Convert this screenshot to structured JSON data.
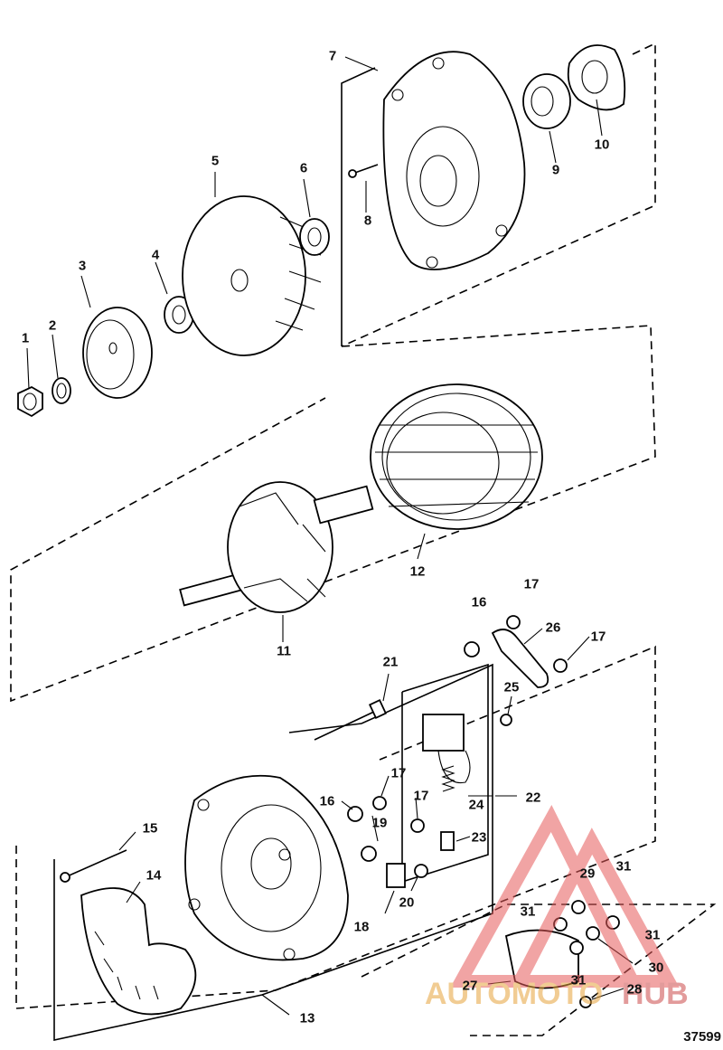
{
  "figure_number": "37599",
  "watermark": {
    "text_part1": "AUTOMOTO",
    "text_part2": "HUB",
    "color_red": "#e65a5a",
    "color_gold": "#e6a33c"
  },
  "callouts": [
    {
      "id": "1",
      "label": "1"
    },
    {
      "id": "2",
      "label": "2"
    },
    {
      "id": "3",
      "label": "3"
    },
    {
      "id": "4",
      "label": "4"
    },
    {
      "id": "5",
      "label": "5"
    },
    {
      "id": "6",
      "label": "6"
    },
    {
      "id": "7",
      "label": "7"
    },
    {
      "id": "8",
      "label": "8"
    },
    {
      "id": "9",
      "label": "9"
    },
    {
      "id": "10",
      "label": "10"
    },
    {
      "id": "11",
      "label": "11"
    },
    {
      "id": "12",
      "label": "12"
    },
    {
      "id": "13",
      "label": "13"
    },
    {
      "id": "14",
      "label": "14"
    },
    {
      "id": "15",
      "label": "15"
    },
    {
      "id": "16a",
      "label": "16"
    },
    {
      "id": "16b",
      "label": "16"
    },
    {
      "id": "17a",
      "label": "17"
    },
    {
      "id": "17b",
      "label": "17"
    },
    {
      "id": "17c",
      "label": "17"
    },
    {
      "id": "17d",
      "label": "17"
    },
    {
      "id": "18",
      "label": "18"
    },
    {
      "id": "19",
      "label": "19"
    },
    {
      "id": "20",
      "label": "20"
    },
    {
      "id": "21",
      "label": "21"
    },
    {
      "id": "22",
      "label": "22"
    },
    {
      "id": "23",
      "label": "23"
    },
    {
      "id": "24",
      "label": "24"
    },
    {
      "id": "25",
      "label": "25"
    },
    {
      "id": "26",
      "label": "26"
    },
    {
      "id": "27",
      "label": "27"
    },
    {
      "id": "28",
      "label": "28"
    },
    {
      "id": "29",
      "label": "29"
    },
    {
      "id": "30",
      "label": "30"
    },
    {
      "id": "31a",
      "label": "31"
    },
    {
      "id": "31b",
      "label": "31"
    },
    {
      "id": "31c",
      "label": "31"
    },
    {
      "id": "31d",
      "label": "31"
    }
  ]
}
